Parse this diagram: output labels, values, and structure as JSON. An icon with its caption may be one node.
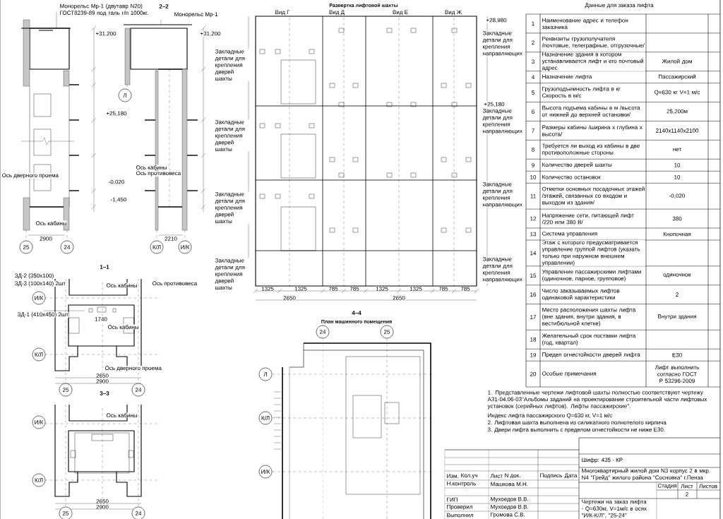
{
  "diagram": {
    "nodes": [
      {
        "text": [
          "25"
        ]
      },
      {
        "text": [
          "24"
        ]
      },
      {
        "text": [
          "Л"
        ]
      },
      {
        "text": [
          "К/Л"
        ]
      },
      {
        "text": [
          "И/К"
        ]
      },
      {
        "text": [
          "И/К"
        ]
      },
      {
        "text": [
          "К/Л"
        ]
      },
      {
        "text": [
          "25"
        ]
      },
      {
        "text": [
          "24"
        ]
      },
      {
        "text": [
          "И/К"
        ]
      },
      {
        "text": [
          "К/Л"
        ]
      },
      {
        "text": [
          "25"
        ]
      },
      {
        "text": [
          "24"
        ]
      },
      {
        "text": [
          "24"
        ]
      },
      {
        "text": [
          "25"
        ]
      },
      {
        "text": [
          "Л"
        ]
      },
      {
        "text": [
          "К/Л"
        ]
      },
      {
        "text": [
          "И/К"
        ]
      }
    ],
    "labels": [
      "Развертка лифтовой шахты",
      "Вид Г",
      "Вид Д",
      "Вид Е",
      "Вид Ж",
      "2–2",
      "Монорельс Мр-1 (двутавр N20) ГОСТ8239-89 под таль г/п 1000кг.",
      "Монорельс Мр-1",
      "+31,200",
      "+31,200",
      "+25,180",
      "-0,020",
      "-1,450",
      "Ось дверного проема",
      "Ось кабины",
      "Ось кабины",
      "Ось противовеса",
      "2900",
      "2210",
      "1–1",
      "ЗД-2 (350х100)",
      "ЗД-3 (100х140) 2шт",
      "ЗД-1 (410х450) 2шт",
      "Ось кабины",
      "Ось противовеса",
      "Ось кабины",
      "Ось дверного проема",
      "1740",
      "2650",
      "2900",
      "3–3",
      "Ось кабины",
      "2650",
      "2900",
      "4–4",
      "План машинного помещения",
      "Закладные детали для крепления дверей шахты",
      "Закладные детали для крепления дверей шахты",
      "Закладные детали для крепления дверей шахты",
      "Закладные детали для крепления дверей шахты",
      "Закладные детали для крепления направляющих",
      "Закладные детали для крепления направляющих",
      "Закладные детали для крепления направляющих",
      "Закладные детали для крепления направляющих",
      "+28,980",
      "+25,180",
      "1325",
      "1325",
      "785",
      "785",
      "1325",
      "1325",
      "785",
      "785",
      "2650",
      "2650",
      "Данные для заказа лифта",
      "1",
      "Наименование адрес и телефон заказчика",
      "2",
      "Реквизиты грузополучателя /почтовые, телеграфные, отгрузочные/",
      "3",
      "Назначение здания в котором устанавливается лифт и его почтовый адрес",
      "Жилой дом",
      "4",
      "Назначение лифта",
      "Пассажирский",
      "5",
      "Грузоподъемность лифта в кг Скорость в м/с",
      "Q=630 кг V=1 м/с",
      "6",
      "Высота подъема кабины в м /высота от нижней до верхней остановки/",
      "25,200м",
      "7",
      "Размеры кабины /ширина х глубина х высота/",
      "2140х1140х2100",
      "8",
      "Требуется ли выход из кабины в две противоположные стороны",
      "нет",
      "9",
      "Количество дверей шахты",
      "10",
      "10",
      "Количество остановок",
      "10",
      "11",
      "Отметки основных посадочных этажей /этажей, связанных со входом и выходом из здания/",
      "-0,020",
      "12",
      "Напряжение сети, питающей лифт /220 или 380 В/",
      "380",
      "13",
      "Система управления",
      "Кнопочная",
      "14",
      "Этаж с которого предусматривается управление группой лифтов (указать только при наружном внешнем управлении)",
      "15",
      "Управление пассажирскими лифтами (одиночное, парное, групповое)",
      "одиночное",
      "16",
      "Число заказываемых лифтов одинаковой характеристики",
      "2",
      "17",
      "Место расположения шахты лифта (вне здания, внутри здания, в вестибюльной клетке)",
      "Внутри здания",
      "18",
      "Желательный срок поставки лифта (год, квартал)",
      "19",
      "Предел огнестойкости дверей лифта",
      "E30",
      "20",
      "Особые примечания",
      "Лифт выполнить согласно ГОСТ Р 53296-2009",
      "1. Представленные чертежи лифтовой шахты полностью соответствуют чертежу А31-04.06-03\"Альбомы заданий на проектирование строительной части лифтовых установок (серийных лифтов). Лифты пассажирские\".",
      "Индекс лифта пассажирского Q=630 кг, V=1 м/с",
      "2. Лифтовая шахта выполнена из силикатного полнотелого кирпича",
      "3. Двери лифта выполнить с пределом огнестойкости не ниже E30.",
      "Шифр: 435 - КР",
      "Многоквартирный жилой дом N3 корпус 2 в мкр. N4 \"Грейд\" жилого района \"Сосновка\" г.Пенза",
      "Изм.",
      "Кол.уч",
      "Лист",
      "N док.",
      "Подпись",
      "Дата",
      "Н.контроль",
      "Машкова М.Н.",
      "ГИП",
      "Мухоедов В.В.",
      "Проверил",
      "Мухоедов В.В.",
      "Выполнил",
      "Громова С.В.",
      "Стадия",
      "Лист",
      "Листов",
      "2",
      "Чертежи на заказ лифта - Q=630кг, V=1м/с в осях \"И/К-К/Л\", \"25-24\""
    ]
  }
}
